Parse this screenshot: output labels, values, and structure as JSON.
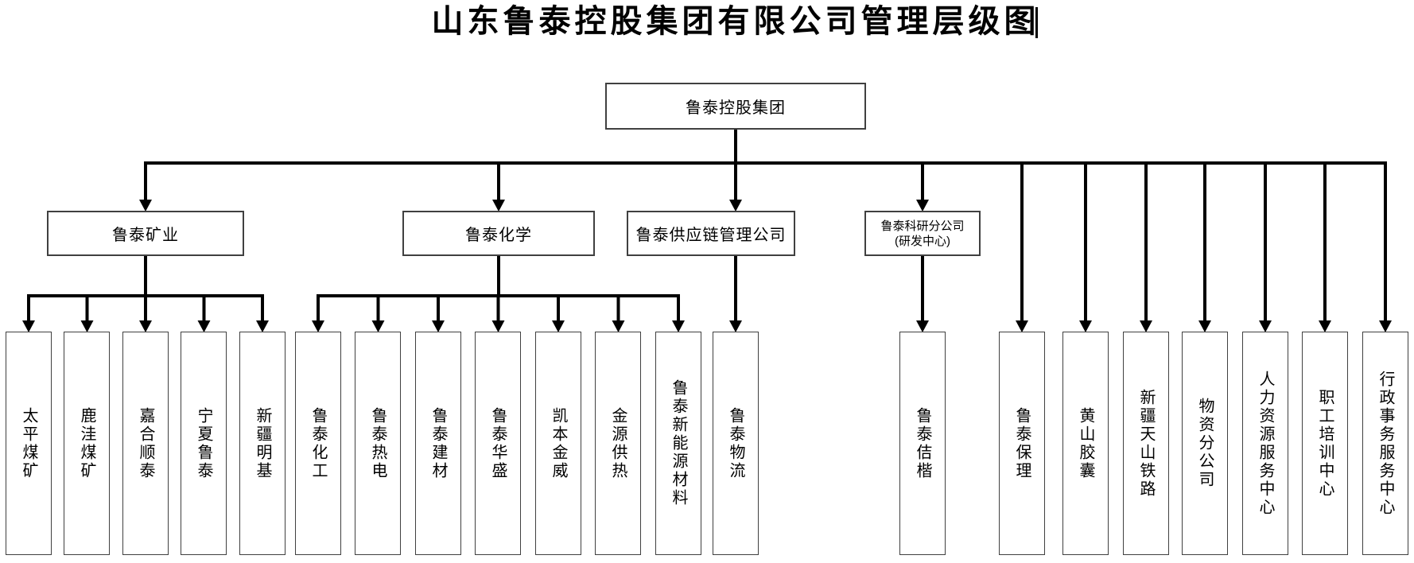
{
  "title": "山东鲁泰控股集团有限公司管理层级图",
  "root": {
    "label": "鲁泰控股集团"
  },
  "level2": {
    "mining": {
      "label": "鲁泰矿业"
    },
    "chemistry": {
      "label": "鲁泰化学"
    },
    "supply_chain": {
      "label": "鲁泰供应链管理公司"
    },
    "research": {
      "label": "鲁泰科研分公司",
      "label_line2": "(研发中心)"
    }
  },
  "subsidiaries": {
    "mining": [
      "太平煤矿",
      "鹿洼煤矿",
      "嘉合顺泰",
      "宁夏鲁泰",
      "新疆明基"
    ],
    "chemistry": [
      "鲁泰化工",
      "鲁泰热电",
      "鲁泰建材",
      "鲁泰华盛",
      "凯本金威",
      "金源供热",
      "鲁泰新能源材料"
    ],
    "supply_chain": [
      "鲁泰物流"
    ],
    "research": [
      "鲁泰佶楷"
    ],
    "group_direct": [
      "鲁泰保理",
      "黄山胶囊",
      "新疆天山铁路",
      "物资分公司",
      "人力资源服务中心",
      "职工培训中心",
      "行政事务服务中心"
    ]
  },
  "colors": {
    "background": "#ffffff",
    "line": "#000000",
    "box_border": "#404040",
    "box_fill": "#ffffff",
    "text": "#000000"
  }
}
